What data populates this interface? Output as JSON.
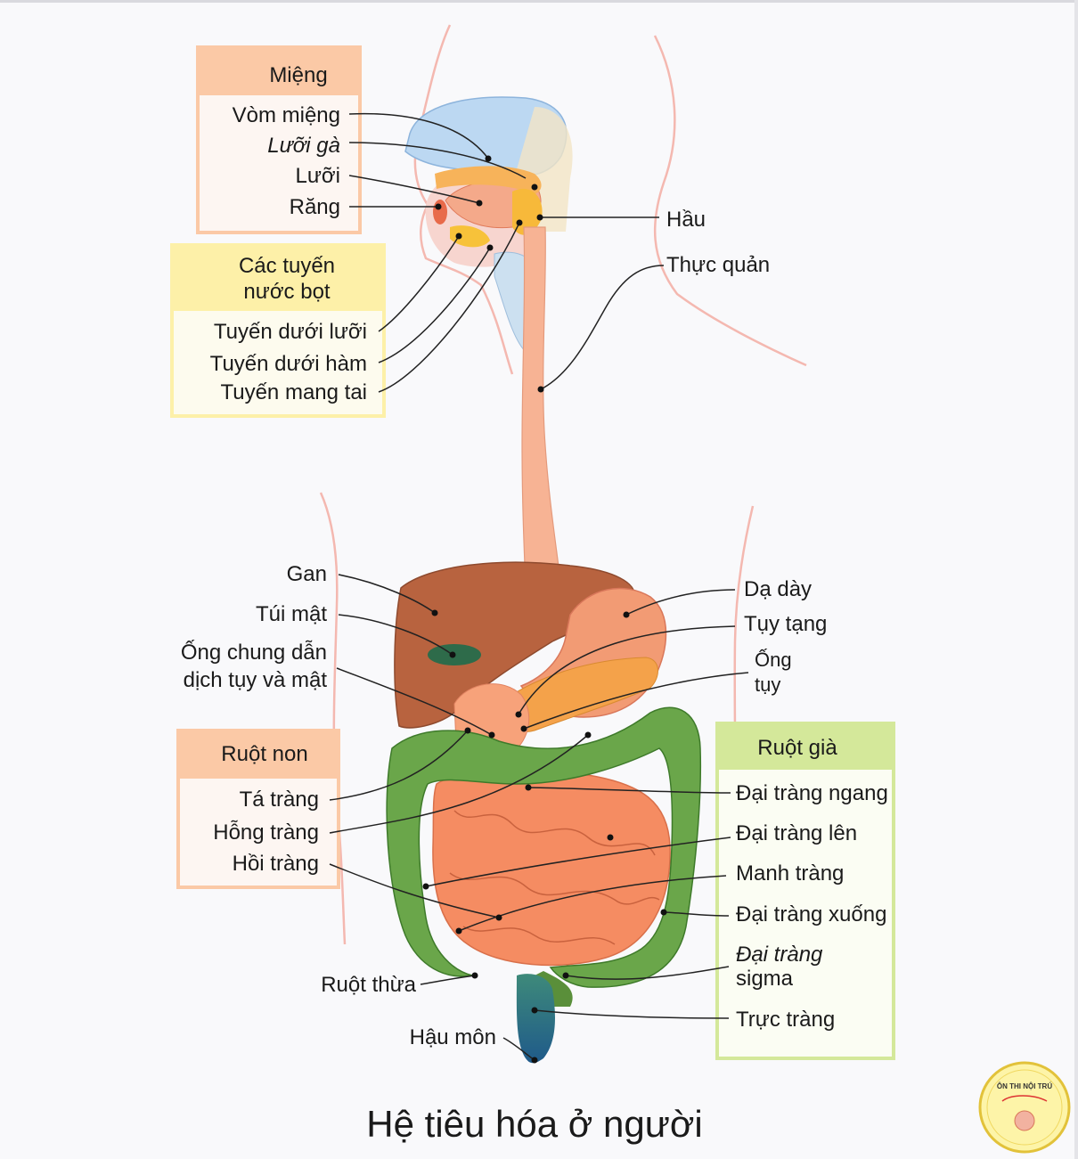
{
  "title": "Hệ tiêu hóa ở người",
  "groups": {
    "mouth": {
      "header": "Miệng",
      "items": [
        "Vòm miệng",
        "Lưỡi gà",
        "Lưỡi",
        "Răng"
      ]
    },
    "salivary": {
      "header_line1": "Các tuyến",
      "header_line2": "nước bọt",
      "items": [
        "Tuyến dưới lưỡi",
        "Tuyến dưới hàm",
        "Tuyến mang tai"
      ]
    },
    "small_intestine": {
      "header": "Ruột non",
      "items": [
        "Tá tràng",
        "Hỗng tràng",
        "Hồi tràng"
      ]
    },
    "large_intestine": {
      "header": "Ruột già",
      "items": [
        "Đại tràng ngang",
        "Đại tràng lên",
        "Manh tràng",
        "Đại tràng xuống",
        "Đại tràng",
        "sigma",
        "Trực tràng"
      ]
    }
  },
  "labels": {
    "pharynx": "Hầu",
    "esophagus": "Thực quản",
    "liver": "Gan",
    "gallbladder": "Túi mật",
    "common_duct_1": "Ống chung dẫn",
    "common_duct_2": "dịch tụy và mật",
    "stomach": "Dạ dày",
    "pancreas": "Tụy tạng",
    "pancreatic_duct_1": "Ống",
    "pancreatic_duct_2": "tụy",
    "appendix": "Ruột thừa",
    "anus": "Hậu môn"
  },
  "logo": {
    "text": "ÔN THI NỘI TRÚ"
  },
  "colors": {
    "mouth_box": "#fbc9a6",
    "salivary_box": "#fdf0a8",
    "small_int_box": "#fbc9a6",
    "large_int_box": "#d4e89a",
    "liver": "#b7603e",
    "stomach": "#f29b74",
    "colon": "#5e9e3a",
    "small_intestine": "#f58c62",
    "esophagus": "#f7b394",
    "rectum": "#2e7a7a"
  }
}
